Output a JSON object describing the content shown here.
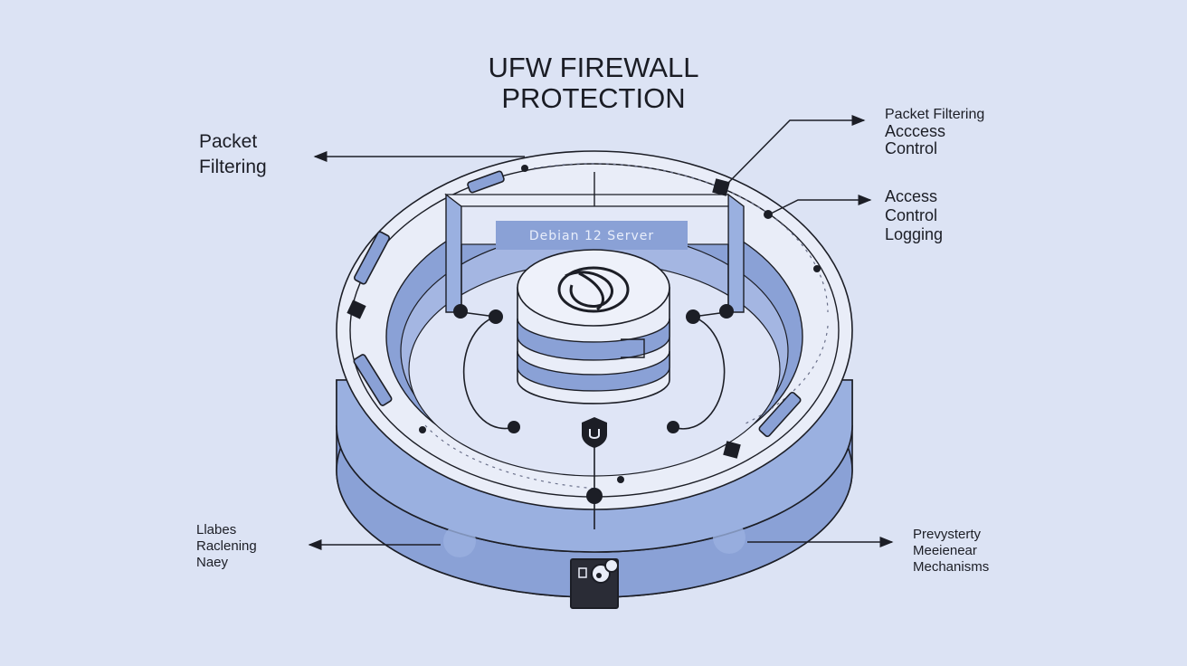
{
  "title": {
    "line1": "UFW FIREWALL",
    "line2": "PROTECTION"
  },
  "server_label": "Debian 12 Server",
  "labels": {
    "packet_filtering": [
      "Packet",
      "Filtering"
    ],
    "top_right": [
      "Packet Filtering",
      "Acccess",
      "Control"
    ],
    "mid_right": [
      "Access",
      "Control",
      "Logging"
    ],
    "bottom_left": [
      "Llabes",
      "Raclening",
      "Naey"
    ],
    "bottom_right": [
      "Prevysterty",
      "Meeienear",
      "Mechanisms"
    ]
  },
  "colors": {
    "background": "#dce3f4",
    "ring_fill": "#e9edf8",
    "ring_blue": "#8aa1d6",
    "ring_blue_dark": "#7b93cc",
    "ink": "#1c1e26"
  },
  "icons": [
    "globe-icon",
    "shield-icon",
    "lock-icon"
  ]
}
